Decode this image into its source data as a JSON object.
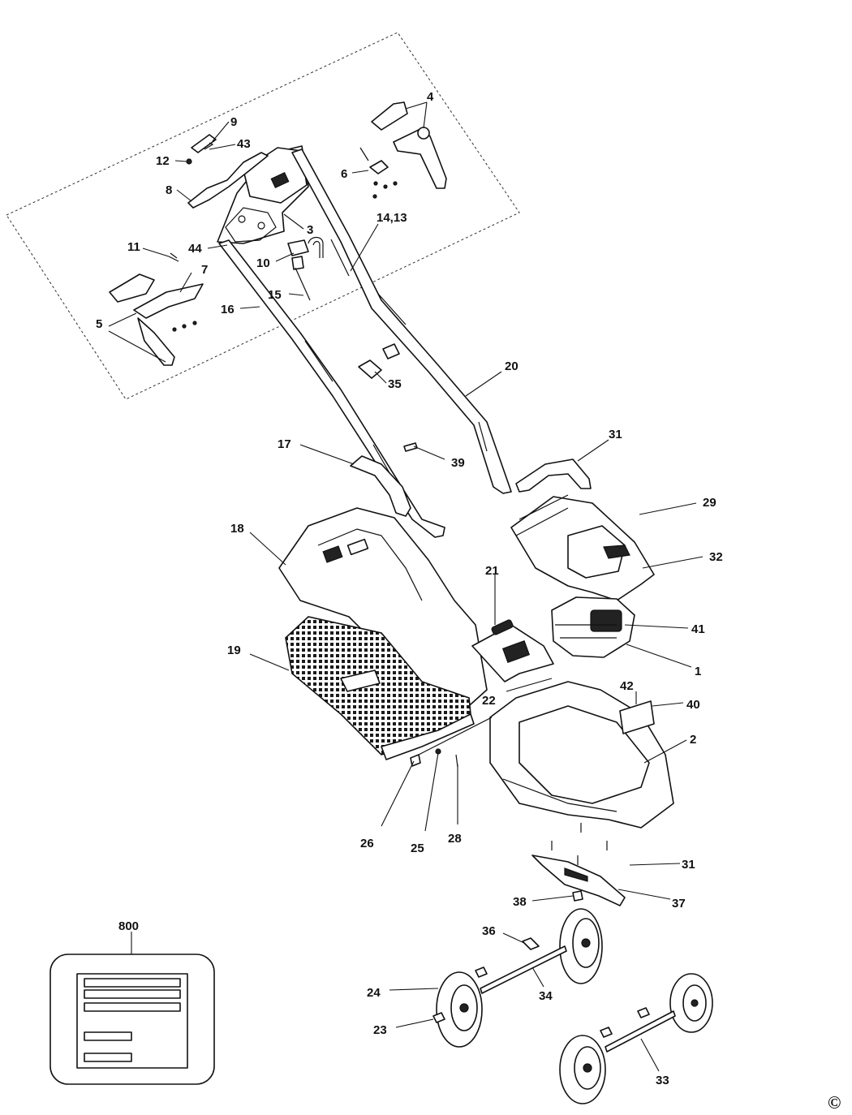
{
  "labels": {
    "p1": "1",
    "p2": "2",
    "p3": "3",
    "p4": "4",
    "p5": "5",
    "p6": "6",
    "p7": "7",
    "p8": "8",
    "p9": "9",
    "p10": "10",
    "p11": "11",
    "p12": "12",
    "p1413": "14,13",
    "p15": "15",
    "p16": "16",
    "p17": "17",
    "p18": "18",
    "p19": "19",
    "p20": "20",
    "p21": "21",
    "p22": "22",
    "p23": "23",
    "p24": "24",
    "p25": "25",
    "p26": "26",
    "p28": "28",
    "p29": "29",
    "p31a": "31",
    "p31b": "31",
    "p32": "32",
    "p33": "33",
    "p34": "34",
    "p35": "35",
    "p36": "36",
    "p37": "37",
    "p38": "38",
    "p39": "39",
    "p40": "40",
    "p41": "41",
    "p42": "42",
    "p43": "43",
    "p44": "44",
    "p800": "800"
  },
  "copyright": "©",
  "colors": {
    "line": "#111111",
    "background": "#ffffff"
  }
}
